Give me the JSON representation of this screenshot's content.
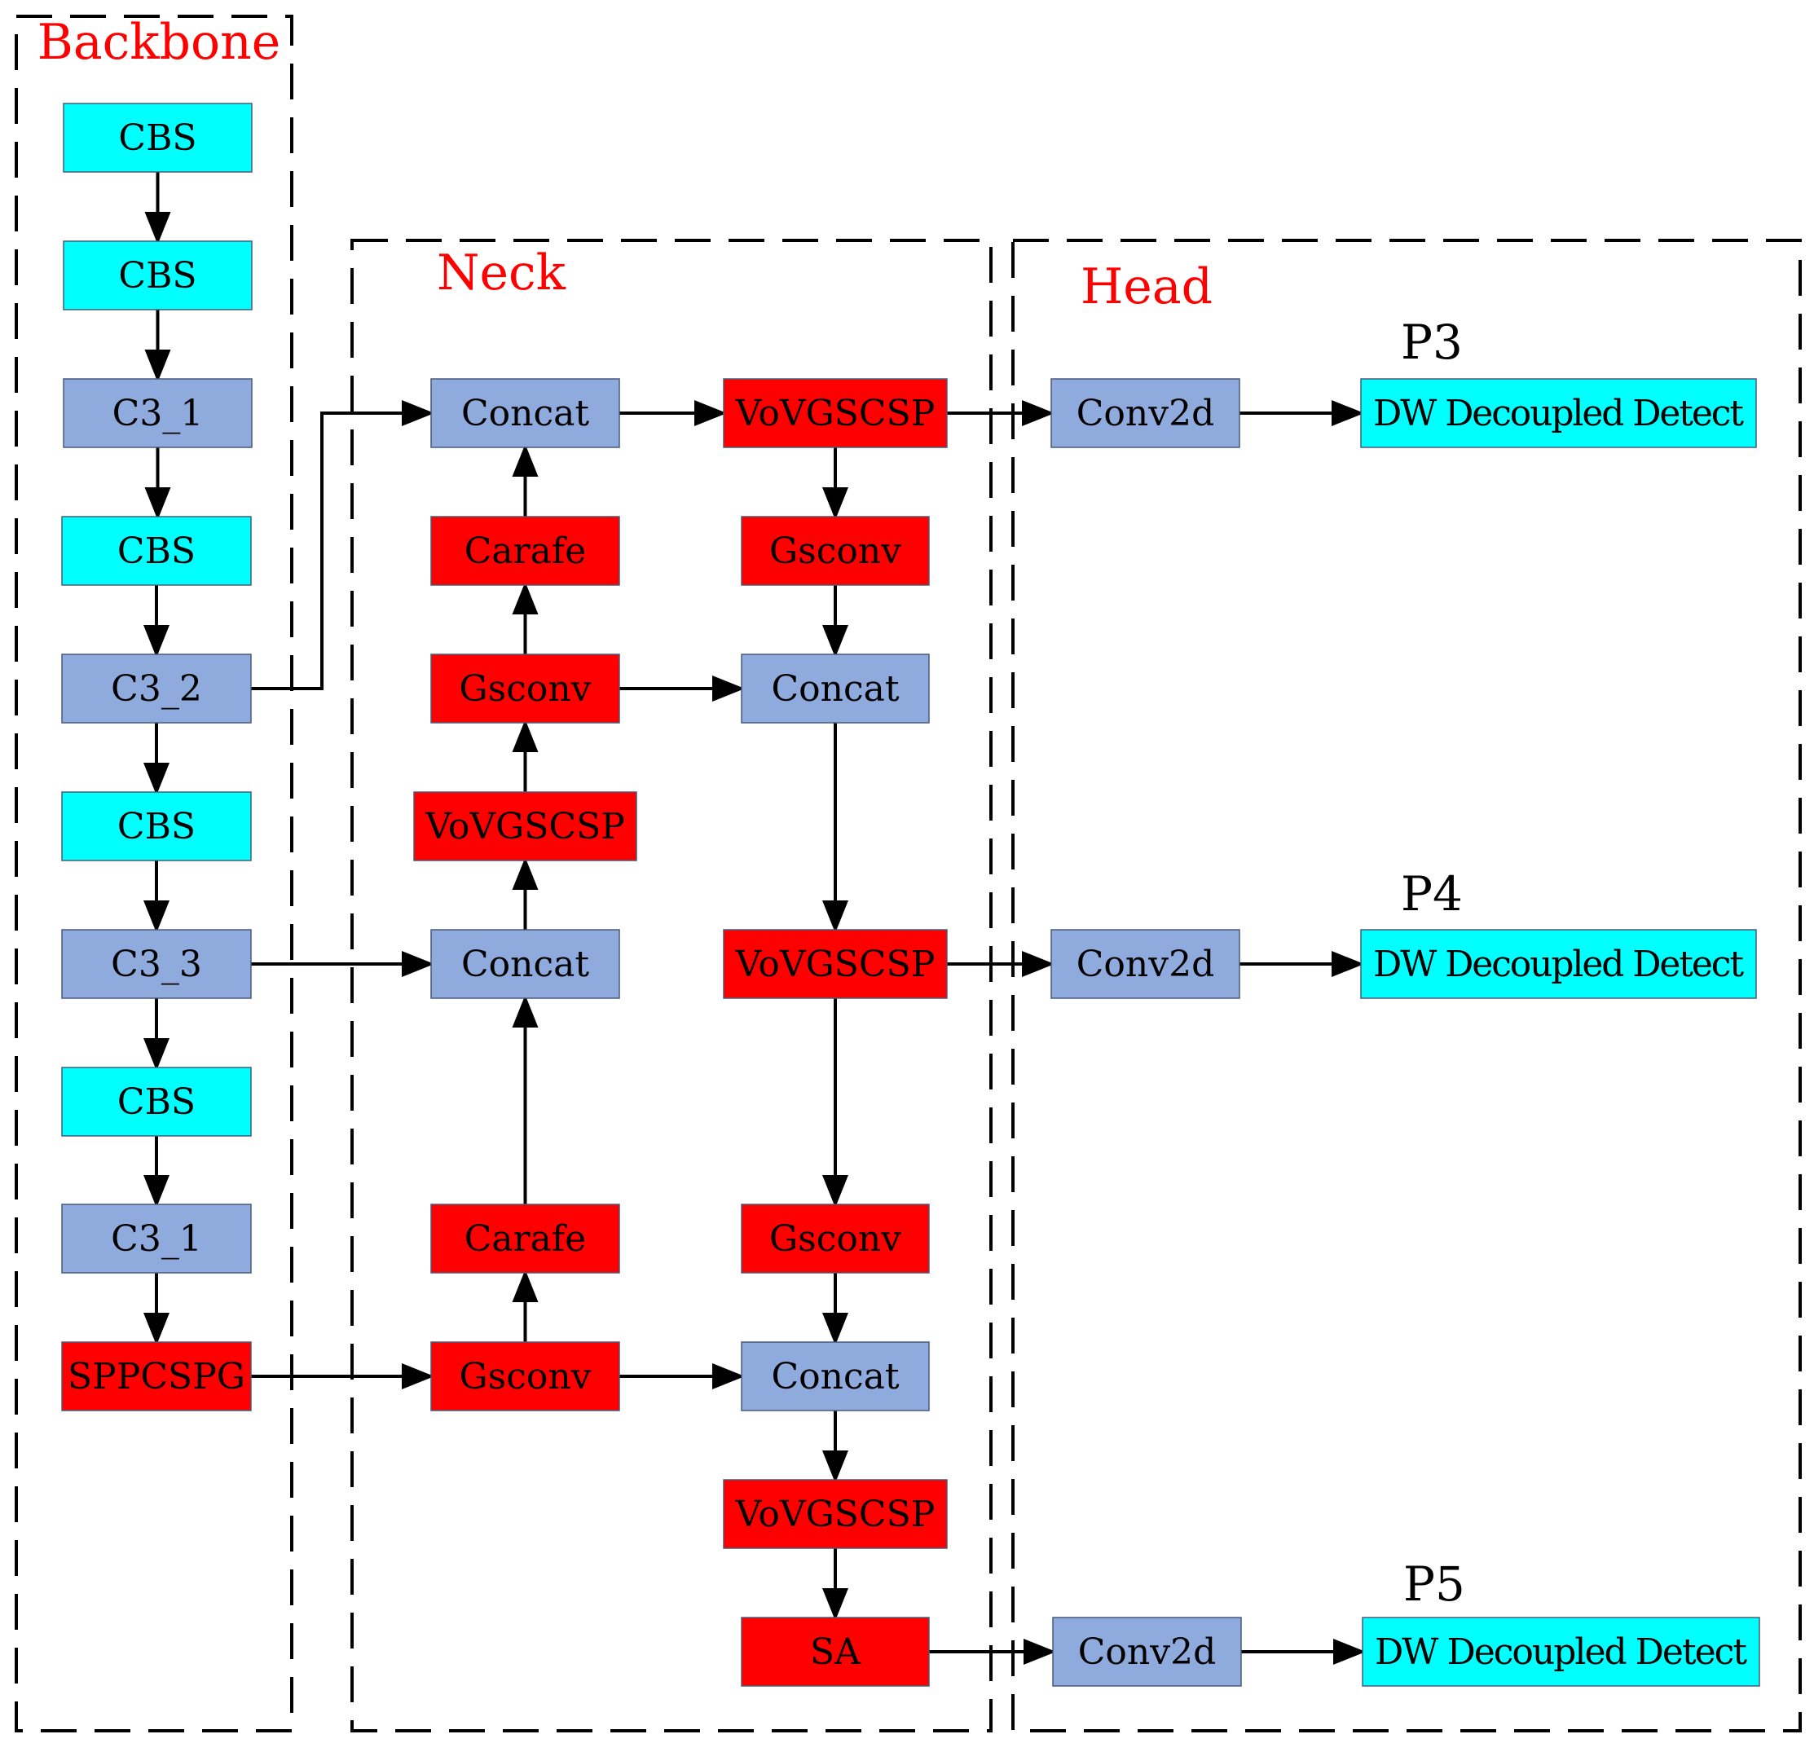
{
  "colors": {
    "cyan": "#00ffff",
    "blue": "#8faadc",
    "red": "#ff0000",
    "title": "#ff0000",
    "line": "#000000"
  },
  "sections": {
    "backbone": "Backbone",
    "neck": "Neck",
    "head": "Head"
  },
  "scales": {
    "p3": "P3",
    "p4": "P4",
    "p5": "P5"
  },
  "nodes": {
    "b1": {
      "label": "CBS",
      "color": "cyan"
    },
    "b2": {
      "label": "CBS",
      "color": "cyan"
    },
    "b3": {
      "label": "C3_1",
      "color": "blue"
    },
    "b4": {
      "label": "CBS",
      "color": "cyan"
    },
    "b5": {
      "label": "C3_2",
      "color": "blue"
    },
    "b6": {
      "label": "CBS",
      "color": "cyan"
    },
    "b7": {
      "label": "C3_3",
      "color": "blue"
    },
    "b8": {
      "label": "CBS",
      "color": "cyan"
    },
    "b9": {
      "label": "C3_1",
      "color": "blue"
    },
    "b10": {
      "label": "SPPCSPG",
      "color": "red"
    },
    "n1": {
      "label": "Concat",
      "color": "blue"
    },
    "n2": {
      "label": "Carafe",
      "color": "red"
    },
    "n3": {
      "label": "Gsconv",
      "color": "red"
    },
    "n4": {
      "label": "VoVGSCSP",
      "color": "red"
    },
    "n5": {
      "label": "Concat",
      "color": "blue"
    },
    "n6": {
      "label": "Carafe",
      "color": "red"
    },
    "n7": {
      "label": "Gsconv",
      "color": "red"
    },
    "m1": {
      "label": "VoVGSCSP",
      "color": "red"
    },
    "m2": {
      "label": "Gsconv",
      "color": "red"
    },
    "m3": {
      "label": "Concat",
      "color": "blue"
    },
    "m4": {
      "label": "VoVGSCSP",
      "color": "red"
    },
    "m5": {
      "label": "Gsconv",
      "color": "red"
    },
    "m6": {
      "label": "Concat",
      "color": "blue"
    },
    "m7": {
      "label": "VoVGSCSP",
      "color": "red"
    },
    "m8": {
      "label": "SA",
      "color": "red"
    },
    "h1": {
      "label": "Conv2d",
      "color": "blue"
    },
    "h2": {
      "label": "DW Decoupled Detect",
      "color": "cyan"
    },
    "h3": {
      "label": "Conv2d",
      "color": "blue"
    },
    "h4": {
      "label": "DW Decoupled Detect",
      "color": "cyan"
    },
    "h5": {
      "label": "Conv2d",
      "color": "blue"
    },
    "h6": {
      "label": "DW Decoupled Detect",
      "color": "cyan"
    }
  },
  "edges": [
    [
      "b1",
      "b2"
    ],
    [
      "b2",
      "b3"
    ],
    [
      "b3",
      "b4"
    ],
    [
      "b4",
      "b5"
    ],
    [
      "b5",
      "b6"
    ],
    [
      "b6",
      "b7"
    ],
    [
      "b7",
      "b8"
    ],
    [
      "b8",
      "b9"
    ],
    [
      "b9",
      "b10"
    ],
    [
      "b5",
      "n1"
    ],
    [
      "b7",
      "n5"
    ],
    [
      "b10",
      "n7"
    ],
    [
      "n7",
      "n6"
    ],
    [
      "n6",
      "n5"
    ],
    [
      "n5",
      "n4"
    ],
    [
      "n4",
      "n3"
    ],
    [
      "n3",
      "n2"
    ],
    [
      "n2",
      "n1"
    ],
    [
      "n1",
      "m1"
    ],
    [
      "n3",
      "m3"
    ],
    [
      "n7",
      "m6"
    ],
    [
      "m1",
      "m2"
    ],
    [
      "m2",
      "m3"
    ],
    [
      "m3",
      "m4"
    ],
    [
      "m4",
      "m5"
    ],
    [
      "m5",
      "m6"
    ],
    [
      "m6",
      "m7"
    ],
    [
      "m7",
      "m8"
    ],
    [
      "m1",
      "h1"
    ],
    [
      "h1",
      "h2"
    ],
    [
      "m4",
      "h3"
    ],
    [
      "h3",
      "h4"
    ],
    [
      "m8",
      "h5"
    ],
    [
      "h5",
      "h6"
    ]
  ]
}
